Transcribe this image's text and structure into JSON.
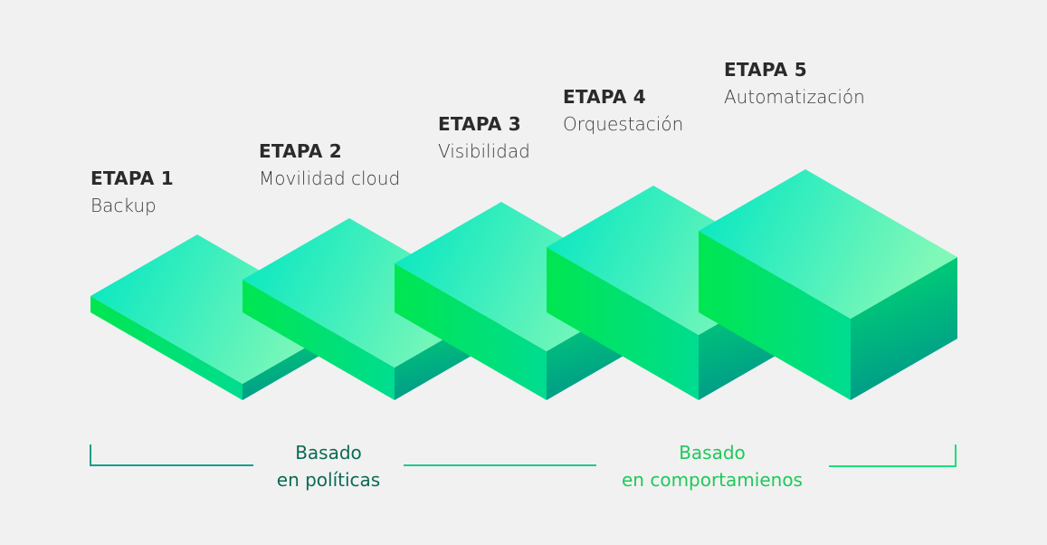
{
  "stages": [
    {
      "title": "ETAPA 1",
      "subtitle": "Backup"
    },
    {
      "title": "ETAPA 2",
      "subtitle": "Movilidad cloud"
    },
    {
      "title": "ETAPA 3",
      "subtitle": "Visibilidad"
    },
    {
      "title": "ETAPA 4",
      "subtitle": "Orquestación"
    },
    {
      "title": "ETAPA 5",
      "subtitle": "Automatización"
    }
  ],
  "categories": [
    {
      "line1": "Basado",
      "line2": "en políticas",
      "color": "#0b6a55"
    },
    {
      "line1": "Basado",
      "line2": "en comportamienos",
      "color": "#1ec95a"
    }
  ],
  "colors": {
    "top_left": "#00e6c2",
    "top_right": "#80f8b8",
    "left_face": "#00e65a",
    "right_face_top": "#00dc78",
    "right_face_bottom": "#00988a"
  }
}
